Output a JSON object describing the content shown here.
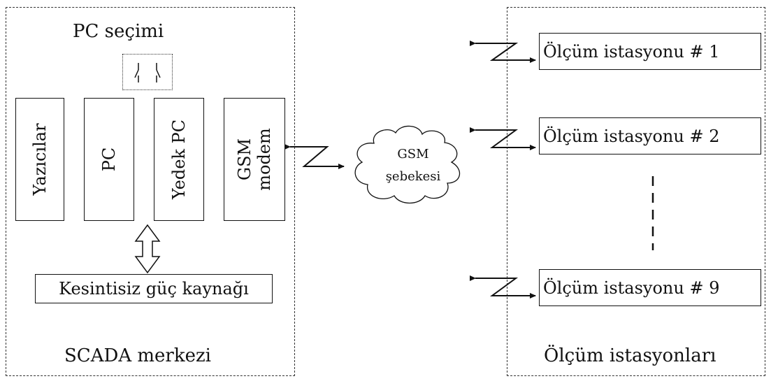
{
  "scada": {
    "pc_selection_label": "PC seçimi",
    "devices": {
      "printers": "Yazıcılar",
      "pc": "PC",
      "backup_pc": "Yedek PC",
      "gsm_modem_line1": "GSM",
      "gsm_modem_line2": "modem"
    },
    "ups": "Kesintisiz güç kaynağı",
    "center_label": "SCADA merkezi"
  },
  "network": {
    "line1": "GSM",
    "line2": "şebekesi"
  },
  "stations": {
    "items": [
      "Ölçüm istasyonu # 1",
      "Ölçüm istasyonu # 2",
      "Ölçüm istasyonu # 9"
    ],
    "group_label": "Ölçüm istasyonları"
  }
}
